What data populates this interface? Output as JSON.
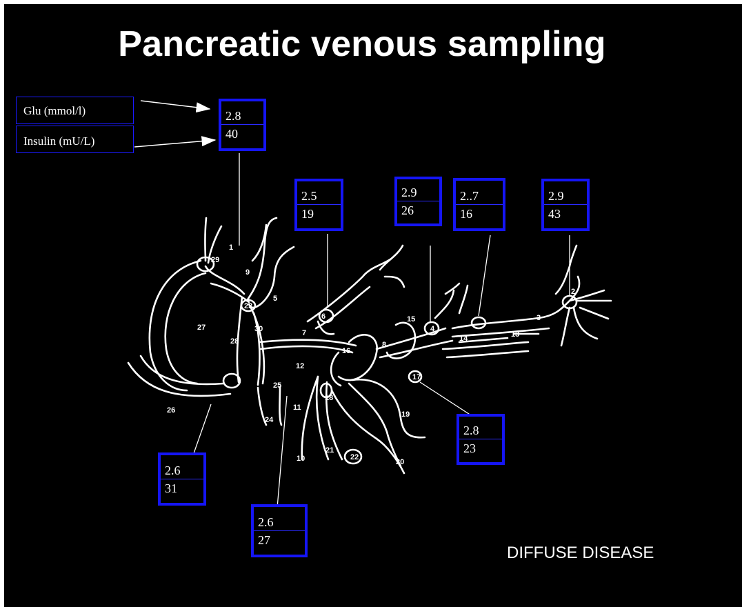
{
  "slide": {
    "title": "Pancreatic venous sampling",
    "footnote": "DIFFUSE DISEASE"
  },
  "legend": {
    "glucose_label": "Glu (mmol/l)",
    "insulin_label": "Insulin (mU/L)"
  },
  "samples": [
    {
      "glucose": "2.8",
      "insulin": "40"
    },
    {
      "glucose": "2.5",
      "insulin": "19"
    },
    {
      "glucose": "2.9",
      "insulin": "26"
    },
    {
      "glucose": "2..7",
      "insulin": "16"
    },
    {
      "glucose": "2.9",
      "insulin": "43"
    },
    {
      "glucose": "2.8",
      "insulin": "23"
    },
    {
      "glucose": "2.6",
      "insulin": "31"
    },
    {
      "glucose": "2.6",
      "insulin": "27"
    }
  ],
  "diagram_labels": [
    "1",
    "2",
    "3",
    "4",
    "5",
    "6",
    "7",
    "8",
    "9",
    "10",
    "11",
    "12",
    "13",
    "14",
    "15",
    "16",
    "17",
    "18",
    "19",
    "20",
    "21",
    "22",
    "23",
    "24",
    "25",
    "26",
    "27",
    "28",
    "29",
    "30"
  ],
  "colors": {
    "background": "#000000",
    "box_border": "#1515f5",
    "text": "#ffffff"
  }
}
